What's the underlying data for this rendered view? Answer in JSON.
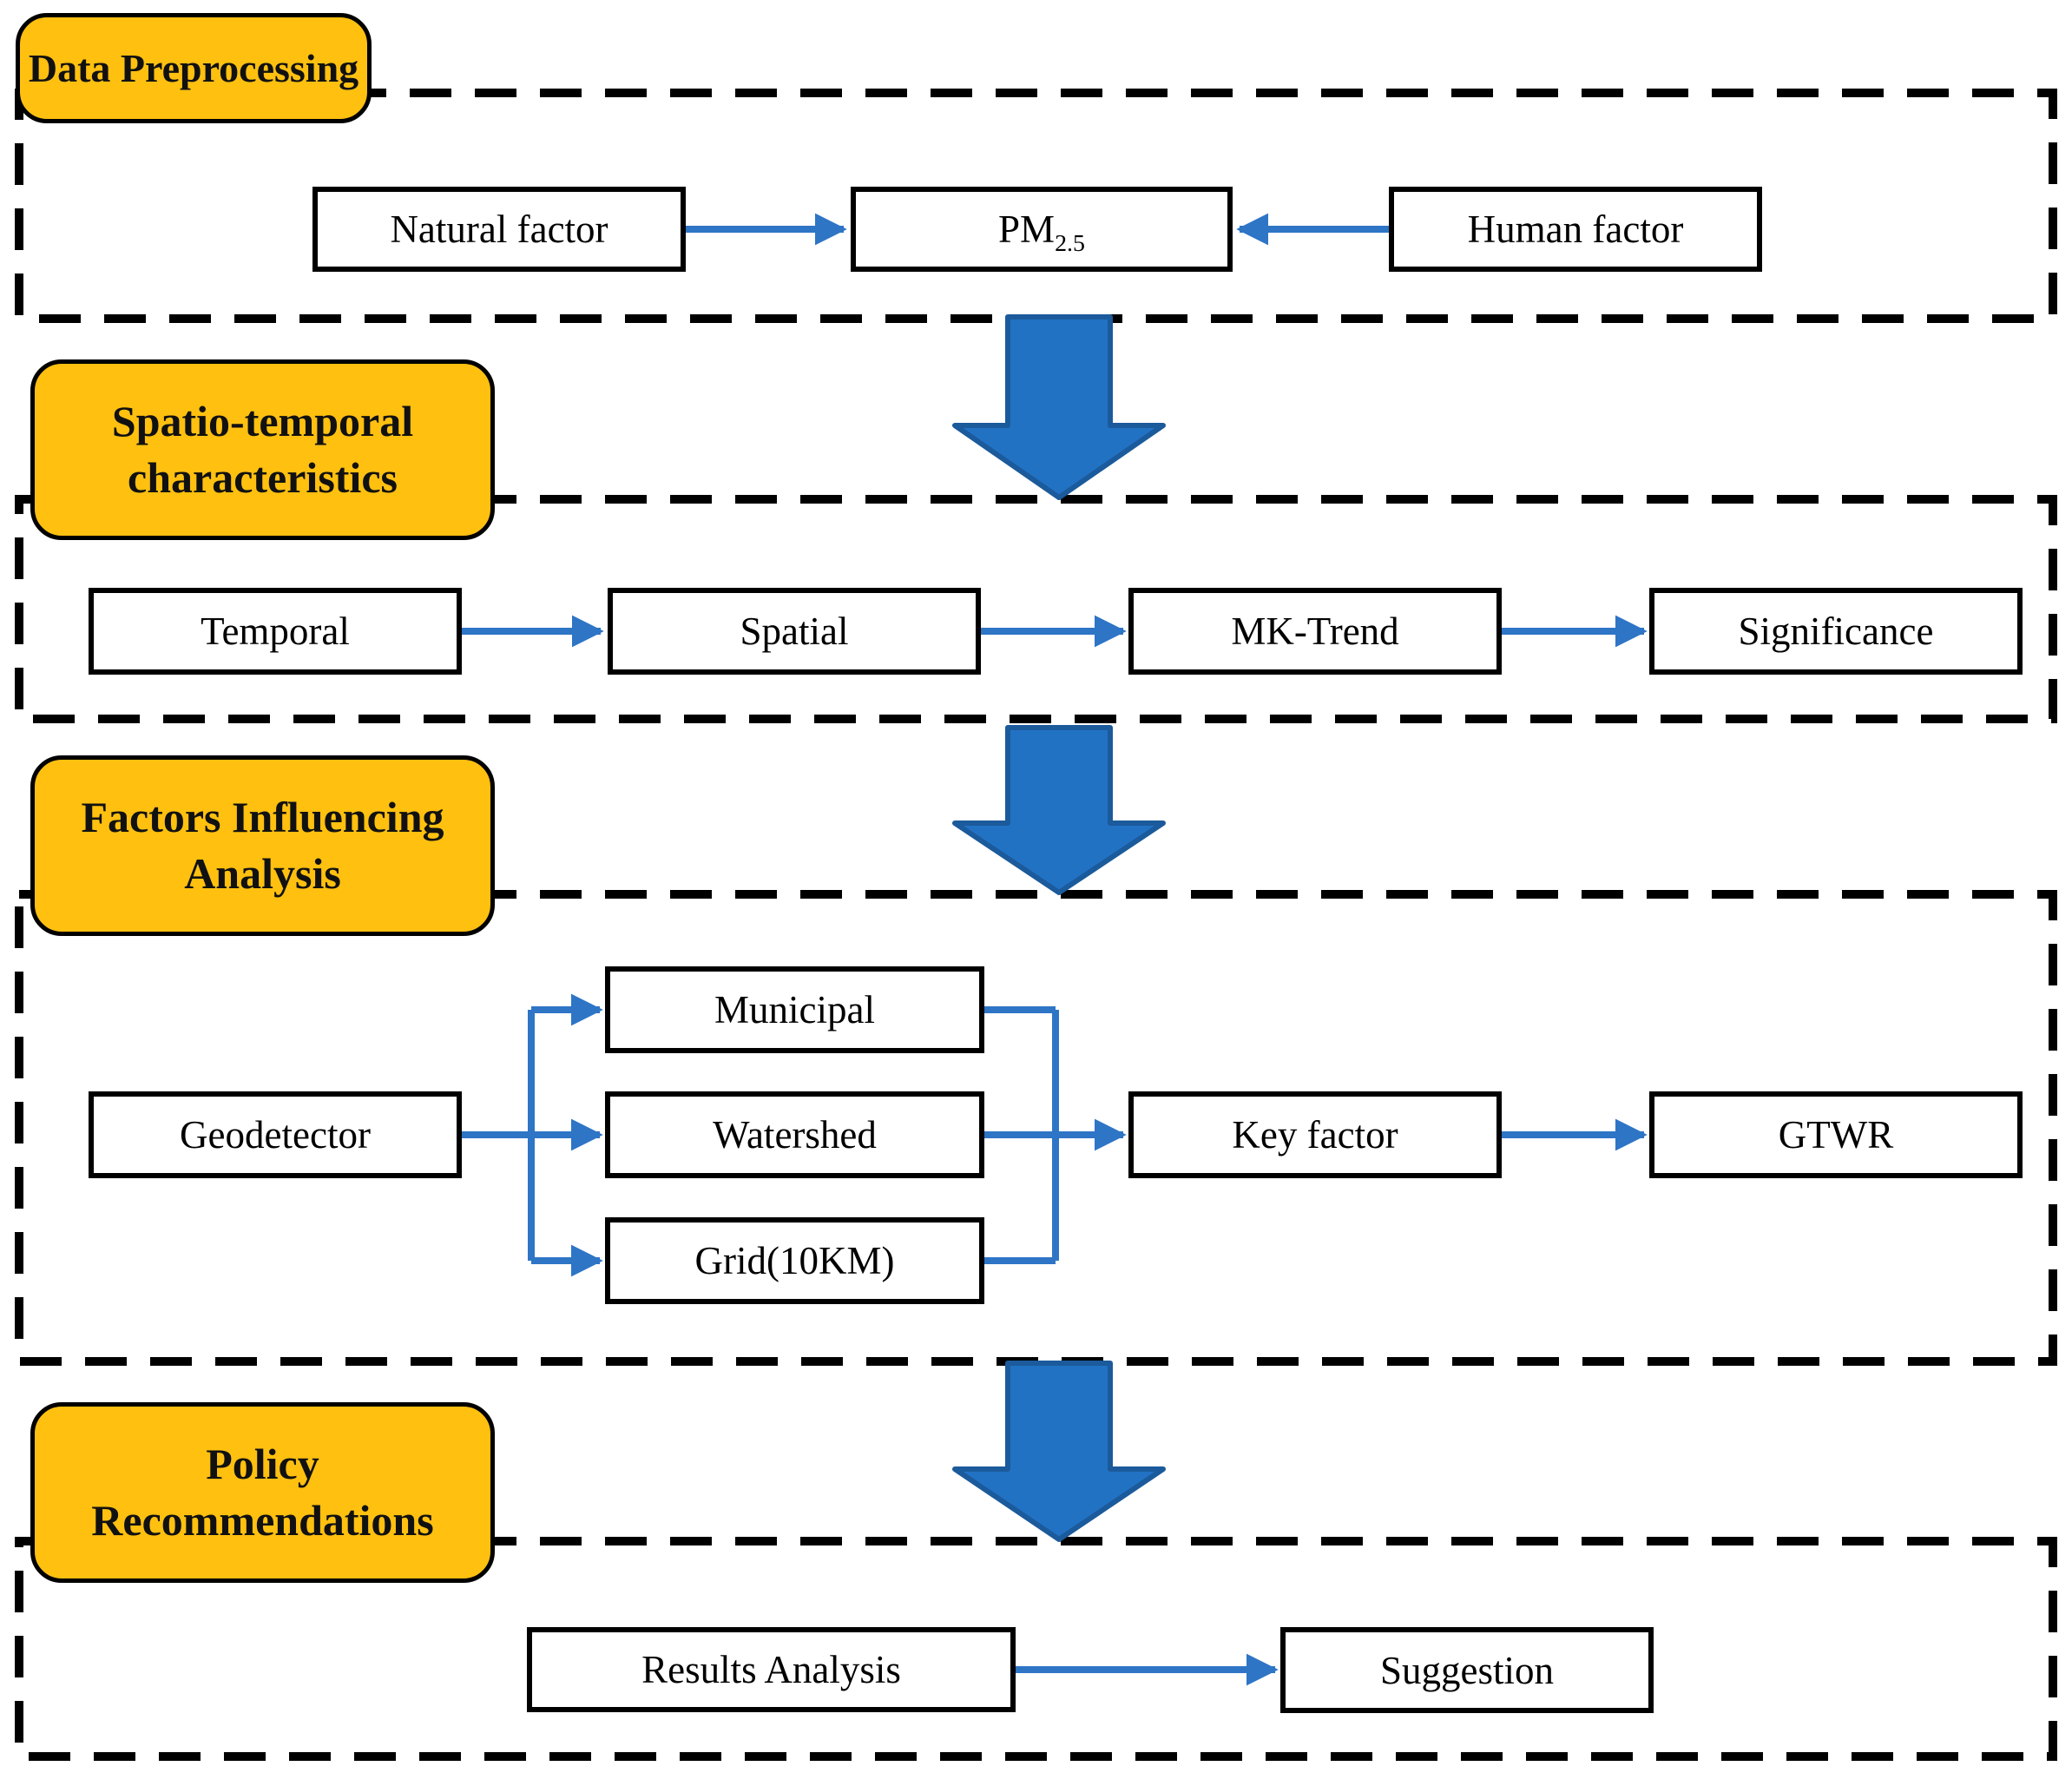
{
  "title": "PM2.5 analysis workflow diagram",
  "colors": {
    "label_bg": "#FFC010",
    "connector_blue": "#2E75C6",
    "big_arrow_fill": "#2272C4",
    "big_arrow_stroke": "#1B5A9B",
    "box_border": "#000000",
    "dashed_border": "#000000"
  },
  "sections": [
    {
      "label": "Data Preprocessing"
    },
    {
      "label": "Spatio-temporal characteristics"
    },
    {
      "label": "Factors Influencing Analysis"
    },
    {
      "label": "Policy Recommendations"
    }
  ],
  "nodes": {
    "natural_factor": "Natural factor",
    "pm25_base": "PM",
    "pm25_sub": "2.5",
    "human_factor": "Human factor",
    "temporal": "Temporal",
    "spatial": "Spatial",
    "mk_trend": "MK-Trend",
    "significance": "Significance",
    "geodetector": "Geodetector",
    "municipal": "Municipal",
    "watershed": "Watershed",
    "grid": "Grid(10KM)",
    "key_factor": "Key factor",
    "gtwr": "GTWR",
    "results_analysis": "Results Analysis",
    "suggestion": "Suggestion"
  }
}
